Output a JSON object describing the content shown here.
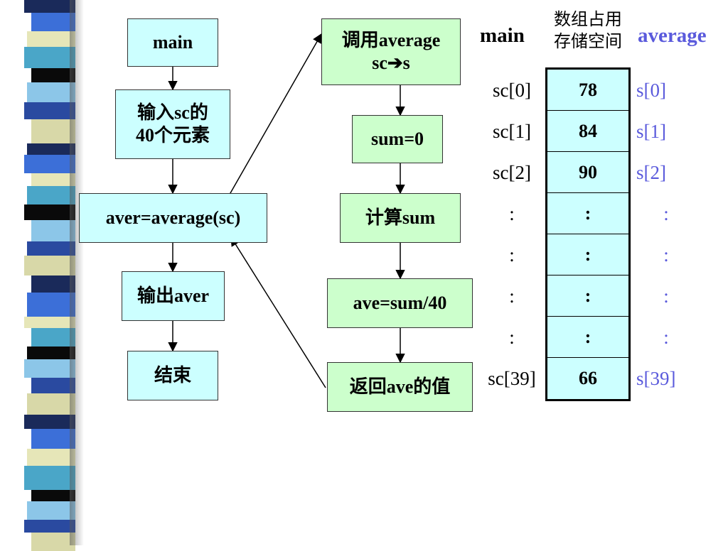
{
  "flow_main": [
    {
      "id": "main",
      "text": "main"
    },
    {
      "id": "input",
      "text": "输入sc的\n40个元素"
    },
    {
      "id": "call",
      "text": "aver=average(sc)"
    },
    {
      "id": "output",
      "text": "输出aver"
    },
    {
      "id": "end",
      "text": "结束"
    }
  ],
  "flow_average": [
    {
      "id": "invoke",
      "text": "调用average\nsc➔s"
    },
    {
      "id": "init",
      "text": "sum=0"
    },
    {
      "id": "compute",
      "text": "计算sum"
    },
    {
      "id": "divide",
      "text": "ave=sum/40"
    },
    {
      "id": "return",
      "text": "返回ave的值"
    }
  ],
  "memory": {
    "left_header": "main",
    "center_header": "数组占用\n存储空间",
    "right_header": "average",
    "rows": [
      {
        "left": "sc[0]",
        "value": "78",
        "right": "s[0]"
      },
      {
        "left": "sc[1]",
        "value": "84",
        "right": "s[1]"
      },
      {
        "left": "sc[2]",
        "value": "90",
        "right": "s[2]"
      },
      {
        "left": ":",
        "value": ":",
        "right": ":"
      },
      {
        "left": ":",
        "value": ":",
        "right": ":"
      },
      {
        "left": ":",
        "value": ":",
        "right": ":"
      },
      {
        "left": ":",
        "value": ":",
        "right": ":"
      },
      {
        "left": "sc[39]",
        "value": "66",
        "right": "s[39]"
      }
    ]
  },
  "colors": {
    "main_box": "#ccffff",
    "average_box": "#ccffcc",
    "memory_cell": "#ccffff",
    "average_label": "#5a5adc"
  }
}
